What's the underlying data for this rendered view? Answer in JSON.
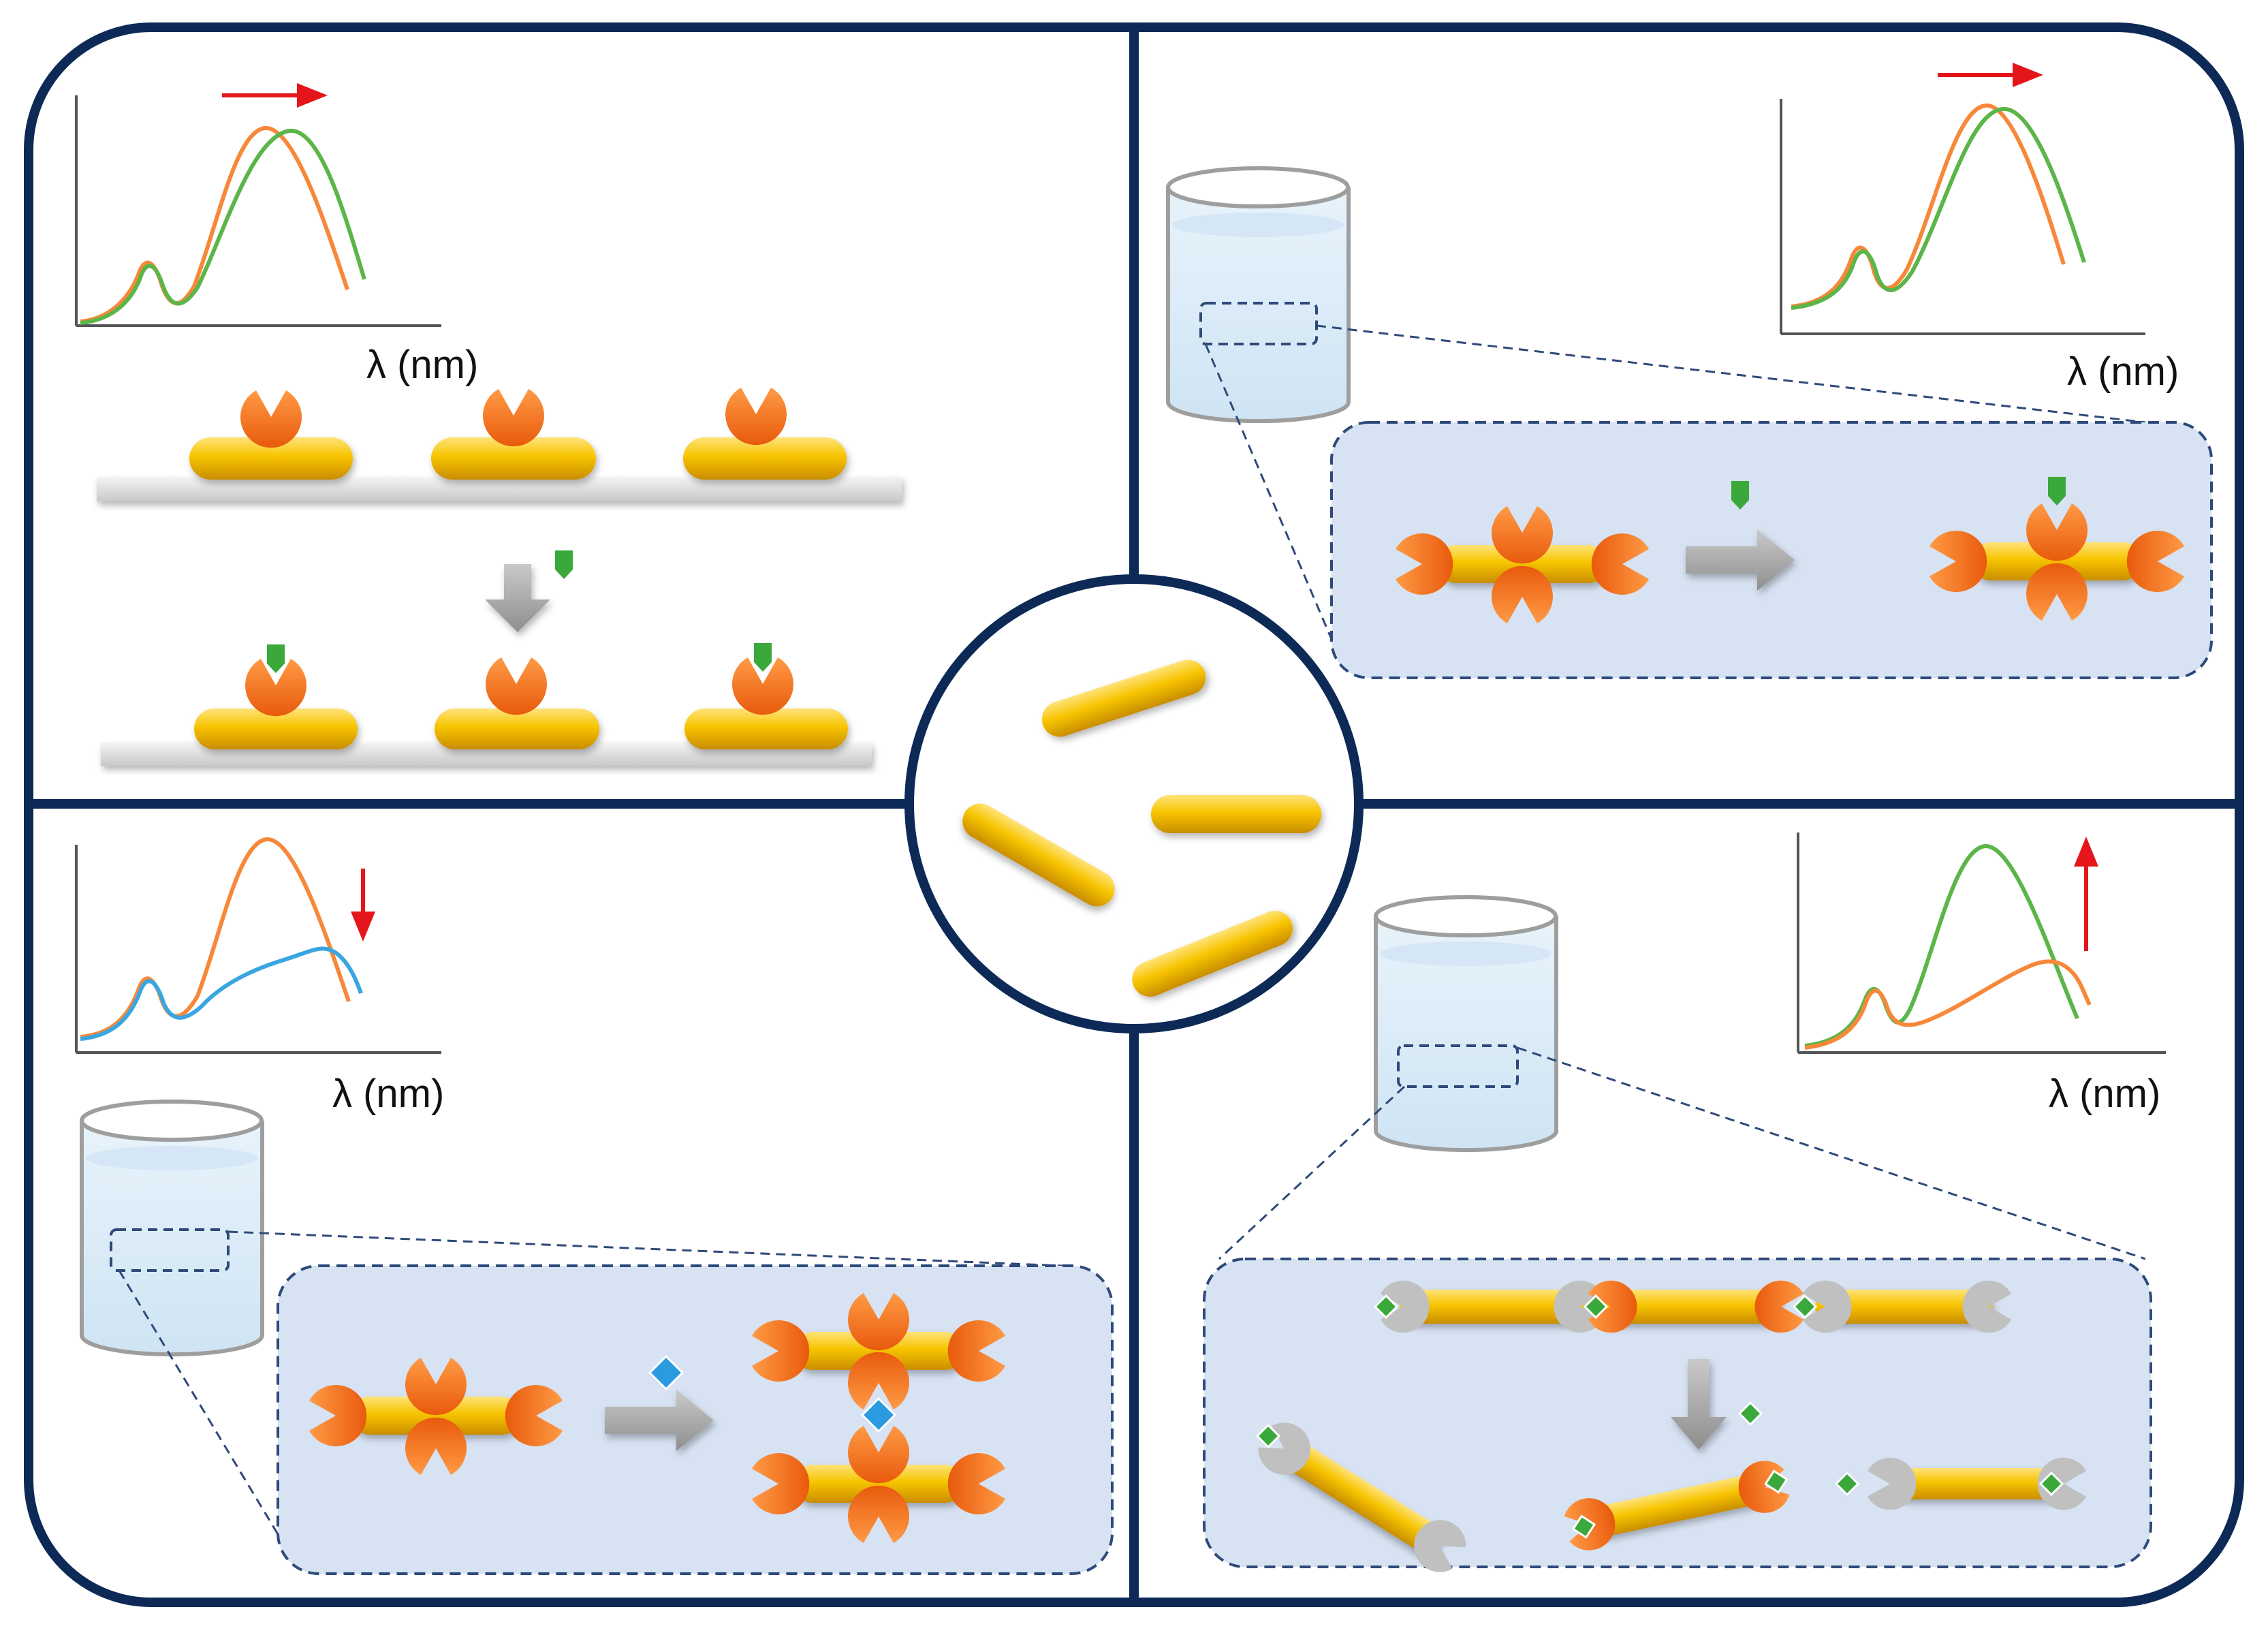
{
  "axis_labels": {
    "top_left": "λ (nm)",
    "top_right": "λ (nm)",
    "bottom_left": "λ (nm)",
    "bottom_right": "λ (nm)"
  },
  "colors": {
    "frame": "#0d2a57",
    "rod": "#f3b500",
    "receptor": "#f26d1a",
    "receptor_gray": "#c0c0c0",
    "analyte_green": "#3aa83a",
    "analyte_blue": "#2a9be0",
    "curve_orange": "#f7883a",
    "curve_green": "#5cb548",
    "curve_blue": "#3aa6e0",
    "indicator_arrow": "#e4161b",
    "zoom_panel": "#d7e2f2",
    "beaker_liquid": "#d6e9f7"
  },
  "icons": {
    "shift_arrow": "red-arrow-icon",
    "process_arrow": "gray-arrow-icon",
    "container": "beaker-icon"
  }
}
